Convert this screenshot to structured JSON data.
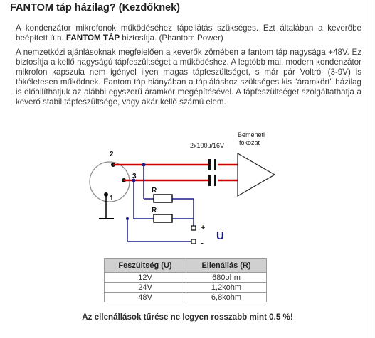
{
  "title": "FANTOM táp házilag? (Kezdőknek)",
  "para1": {
    "before": "A kondenzátor mikrofonok működéséhez tápellátás szükséges. Ezt általában a keverőbe beépített ú.n. ",
    "bold": "FANTOM TÁP",
    "after": " biztosítja. (Phantom Power)"
  },
  "para2": "A nemzetközi ajánlásoknak megfelelően a keverők zömében a fantom táp nagysága +48V. Ez biztosítja a kellő nagyságú tápfeszültséget a működéshez. A legtöbb mai, modern kondenzátor mikrofon kapszula nem igényel ilyen magas tápfeszültséget, s már pár Voltról (3-9V) is tökéletesen működnek. Fantom táp hiányában a tápláláshoz szükséges kis \"áramkört\" házilag is előállíthatjuk az alábbi egyszerű áramkör megépítésével. A tápfeszültséget szolgáltathatja a keverő stabil tápfeszültsége, vagy akár kellő számú elem.",
  "diagram": {
    "label_stage_line1": "Bemeneti",
    "label_stage_line2": "fokozat",
    "label_caps": "2x100u/16V",
    "pin1": "1",
    "pin2": "2",
    "pin3": "3",
    "resistor_label": "R",
    "plus": "+",
    "minus": "-",
    "voltage": "U",
    "colors": {
      "signal": "#cc0000",
      "wire": "#1a1a8c",
      "black": "#000000"
    }
  },
  "table": {
    "headers": [
      "Feszültség (U)",
      "Ellenállás (R)"
    ],
    "rows": [
      [
        "12V",
        "680ohm"
      ],
      [
        "24V",
        "1,2kohm"
      ],
      [
        "48V",
        "6,8kohm"
      ]
    ]
  },
  "footnote": "Az ellenállások tűrése ne legyen rosszabb mint 0.5 %!"
}
